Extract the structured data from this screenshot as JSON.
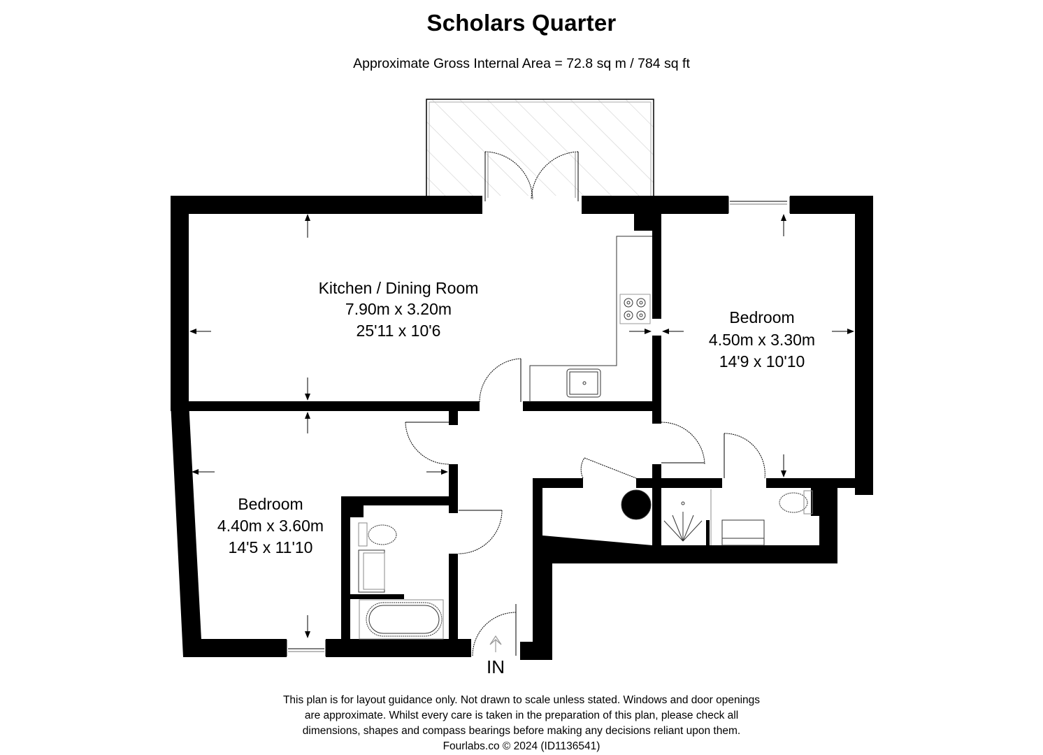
{
  "header": {
    "title": "Scholars Quarter",
    "area": "Approximate Gross Internal Area = 72.8 sq m / 784 sq ft"
  },
  "rooms": {
    "kitchen": {
      "name": "Kitchen / Dining Room",
      "metric": "7.90m x 3.20m",
      "imperial": "25'11 x 10'6"
    },
    "bedroom_right": {
      "name": "Bedroom",
      "metric": "4.50m x 3.30m",
      "imperial": "14'9 x 10'10"
    },
    "bedroom_left": {
      "name": "Bedroom",
      "metric": "4.40m x 3.60m",
      "imperial": "14'5 x 11'10"
    }
  },
  "entrance": {
    "label": "IN"
  },
  "colors": {
    "wall": "#000000",
    "fixture_line": "#555555",
    "balcony_hatch": "#cccccc",
    "background": "#ffffff"
  },
  "footer": {
    "lines": [
      "This plan is for layout guidance only. Not drawn to scale unless stated. Windows and door openings",
      "are approximate. Whilst every care is taken in the preparation of this plan, please check all",
      "dimensions, shapes and compass bearings before making any decisions reliant upon them.",
      "Fourlabs.co © 2024 (ID1136541)"
    ]
  }
}
